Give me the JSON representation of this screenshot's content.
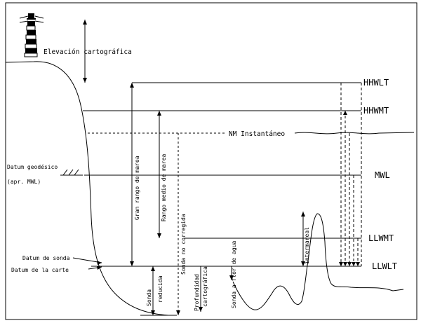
{
  "labels": {
    "elevacion": "Elevación cartográfica",
    "gran_rango": "Gran rango de marea",
    "rango_medio": "Rango medio de marea",
    "nm_instantaneo": "NM Instantáneo",
    "datum_geodesico": "Datum geodésico",
    "apr_mwl": "(apr. MWL)",
    "sonda_no_corregida": "Sonda no corregida",
    "datum_sonda": "Datum de sonda",
    "datum_carta": "Datum de la carte",
    "sonda_reducida_1": "Sonda",
    "sonda_reducida_2": "reducida",
    "profundidad_1": "Profundidad",
    "profundidad_2": "cartográfica",
    "sonda_flor_agua": "Sonda a flor de agua",
    "intermareal": "intermareal"
  },
  "levels": {
    "hhwlt": "HHWLT",
    "hhwmt": "HHWMT",
    "mwl": "MWL",
    "llwmt": "LLWMT",
    "llwlt": "LLWLT"
  }
}
